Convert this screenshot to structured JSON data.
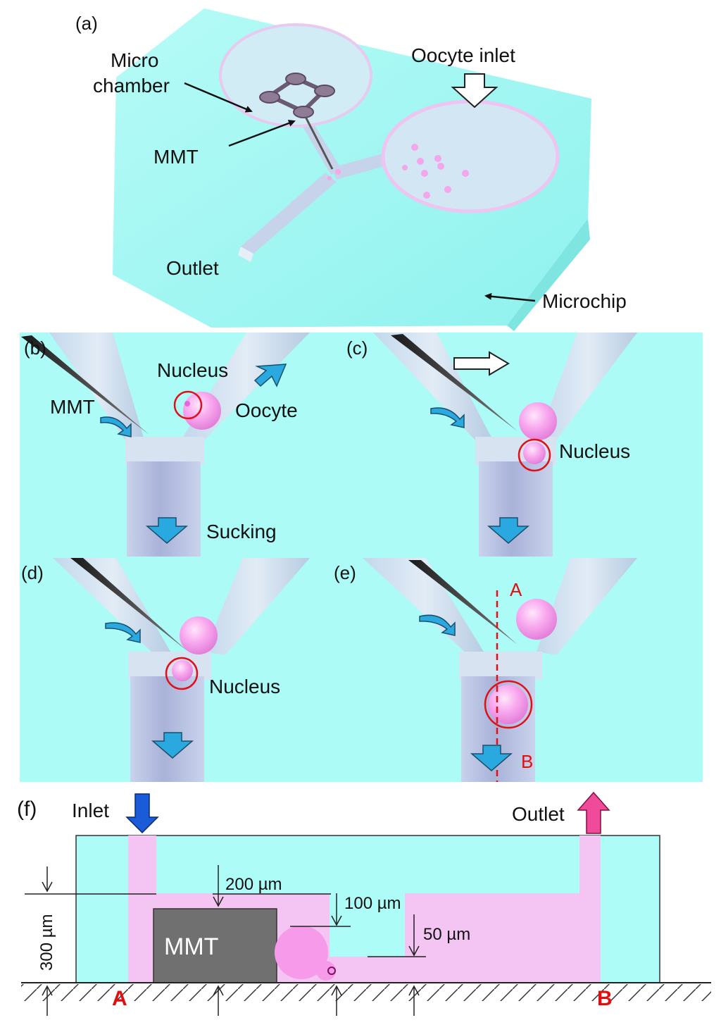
{
  "panel_a": {
    "letter": "(a)",
    "micro": "Micro",
    "chamber": "chamber",
    "oocyte_inlet": "Oocyte inlet",
    "mmt": "MMT",
    "outlet": "Outlet",
    "microchip": "Microchip"
  },
  "panel_b": {
    "letter": "(b)",
    "nucleus": "Nucleus",
    "oocyte": "Oocyte",
    "mmt": "MMT",
    "sucking": "Sucking"
  },
  "panel_c": {
    "letter": "(c)",
    "nucleus": "Nucleus"
  },
  "panel_d": {
    "letter": "(d)",
    "nucleus": "Nucleus"
  },
  "panel_e": {
    "letter": "(e)",
    "point_a": "A",
    "point_b": "B"
  },
  "panel_f": {
    "letter": "(f)",
    "inlet": "Inlet",
    "outlet": "Outlet",
    "mmt": "MMT",
    "dim_200": "200 µm",
    "dim_100": "100 µm",
    "dim_50": "50 µm",
    "dim_300": "300 µm",
    "point_a": "A",
    "point_b": "B"
  },
  "colors": {
    "cyan_bg": "#aefcf8",
    "channel_pink": "#f4c4f2",
    "mmt_gray": "#707070",
    "arrow_blue": "#2aa9e0",
    "label_red": "#e01010"
  }
}
